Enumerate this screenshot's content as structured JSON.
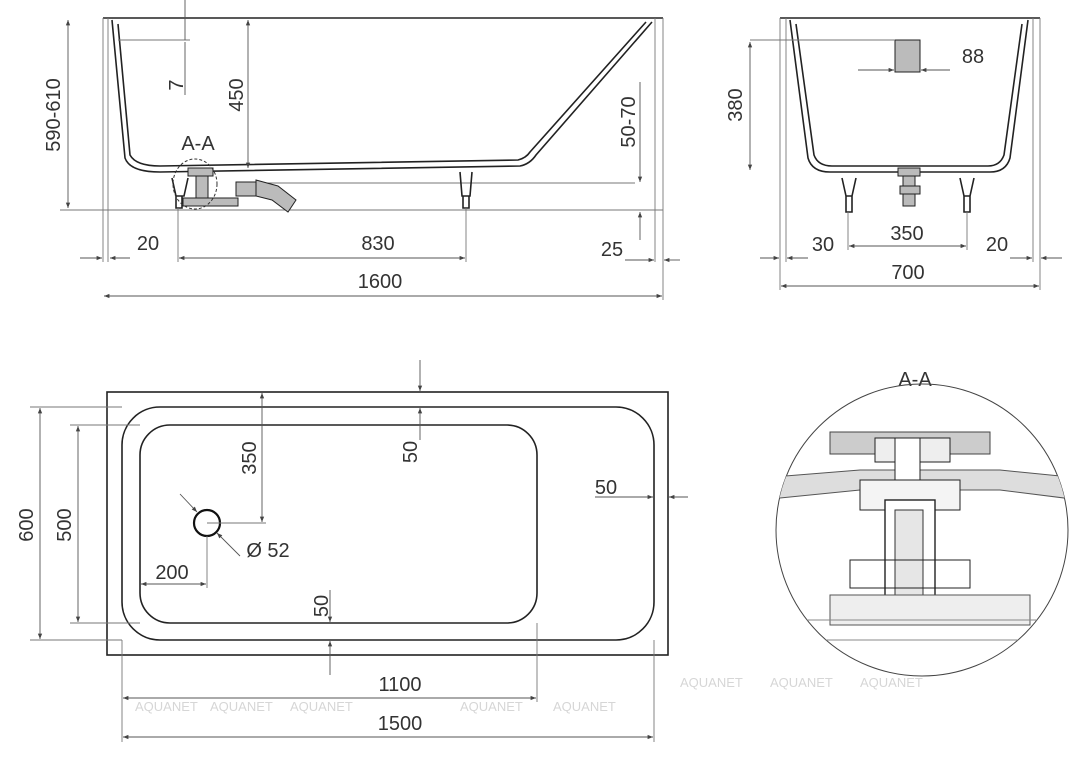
{
  "side_view": {
    "height_range": "590-610",
    "overflow_offset": "7",
    "depth": "450",
    "section_label": "A-A",
    "leg_adjust": "50-70",
    "left_offset": "20",
    "leg_spacing": "830",
    "right_offset": "25",
    "length": "1600"
  },
  "end_view": {
    "depth": "380",
    "overflow_width": "88",
    "left_offset": "30",
    "leg_spacing": "350",
    "right_offset": "20",
    "width": "700"
  },
  "plan_view": {
    "outer_width": "600",
    "inner_width": "500",
    "drain_from_top": "350",
    "rim_top": "50",
    "rim_right": "50",
    "drain_diameter": "Ø 52",
    "drain_from_left": "200",
    "rim_bottom": "50",
    "inner_length": "1100",
    "outer_length": "1500"
  },
  "detail": {
    "label": "A-A"
  },
  "watermarks": [
    "AQUANET",
    "AQUANET",
    "AQUANET",
    "AQUANET",
    "AQUANET",
    "AQUANET",
    "AQUANET",
    "AQUANET"
  ],
  "colors": {
    "line": "#222222",
    "dimension": "#555555",
    "watermark": "#d6d6d6"
  }
}
